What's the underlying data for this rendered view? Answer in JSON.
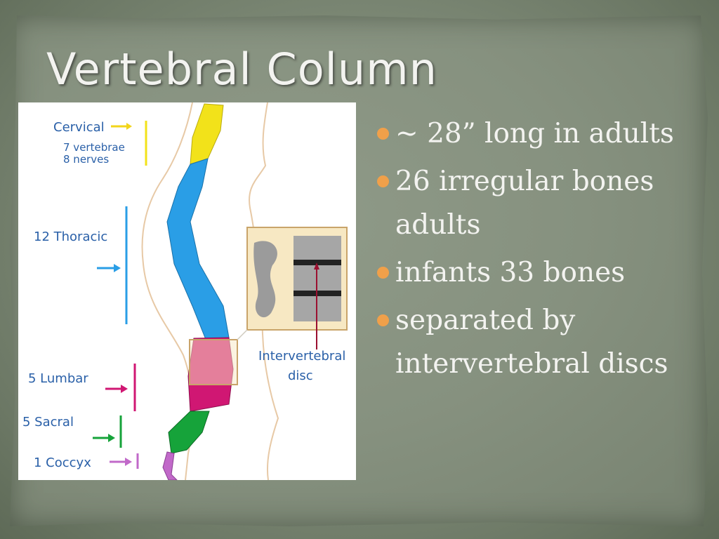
{
  "slide": {
    "title": "Vertebral Column",
    "bullet_color": "#f0a04a"
  },
  "diagram": {
    "labels": {
      "cervical": "Cervical",
      "cervical_detail_1": "7 vertebrae",
      "cervical_detail_2": "8 nerves",
      "thoracic": "12 Thoracic",
      "lumbar": "5 Lumbar",
      "sacral": "5 Sacral",
      "coccyx": "1 Coccyx",
      "disc_1": "Intervertebral",
      "disc_2": "disc"
    },
    "colors": {
      "cervical": "#f2e21a",
      "thoracic": "#2a9ee6",
      "lumbar": "#d01773",
      "sacral": "#16a33a",
      "coccyx": "#c169c9"
    }
  },
  "bullets": [
    {
      "text": "~ 28” long in adults"
    },
    {
      "text": "26 irregular bones adults"
    },
    {
      "text": "infants 33 bones"
    },
    {
      "text": "separated by intervertebral discs"
    }
  ]
}
